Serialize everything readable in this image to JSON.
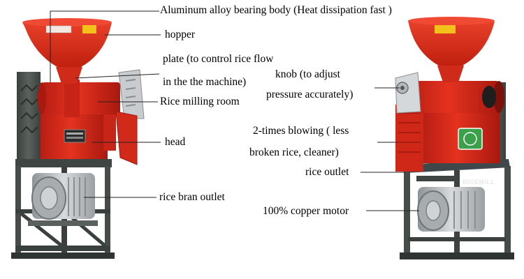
{
  "labels": {
    "aluminum": "Aluminum alloy bearing body (Heat dissipation fast )",
    "hopper": "hopper",
    "plate_line1": "plate (to control rice flow",
    "plate_line2": "in the the machine)",
    "milling_room": "Rice milling room",
    "head": "head",
    "bran_outlet": "rice bran outlet",
    "knob_line1": "knob (to adjust",
    "knob_line2": "pressure accurately)",
    "blowing_line1": "2-times blowing ( less",
    "blowing_line2": "broken rice, cleaner)",
    "rice_outlet": "rice outlet",
    "copper_motor": "100% copper motor"
  },
  "brand_mark": "RICEMILL",
  "colors": {
    "machine_red": "#d8281c",
    "machine_red_dark": "#a81a12",
    "frame_gray": "#4a514d",
    "frame_gray_dark": "#2f3532",
    "motor_silver": "#b8bcbf",
    "hopper_red": "#e0301f",
    "logo_green": "#3aa14a"
  }
}
